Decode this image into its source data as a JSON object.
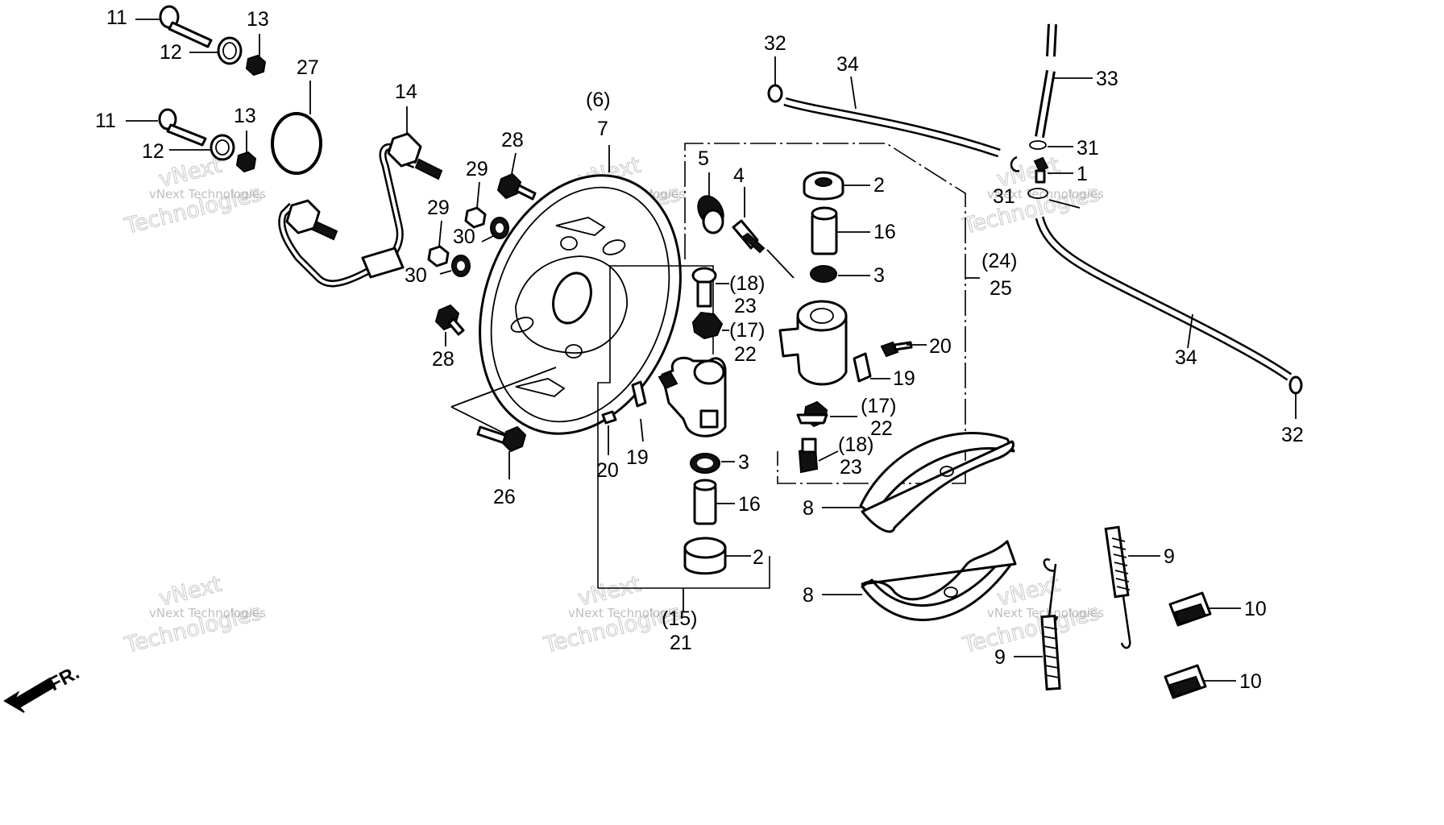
{
  "callouts": [
    {
      "id": "c11a",
      "text": "11"
    },
    {
      "id": "c12a",
      "text": "12"
    },
    {
      "id": "c13a",
      "text": "13"
    },
    {
      "id": "c11b",
      "text": "11"
    },
    {
      "id": "c12b",
      "text": "12"
    },
    {
      "id": "c13b",
      "text": "13"
    },
    {
      "id": "c27",
      "text": "27"
    },
    {
      "id": "c14",
      "text": "14"
    },
    {
      "id": "c29a",
      "text": "29"
    },
    {
      "id": "c29b",
      "text": "29"
    },
    {
      "id": "c30a",
      "text": "30"
    },
    {
      "id": "c30b",
      "text": "30"
    },
    {
      "id": "c28a",
      "text": "28"
    },
    {
      "id": "c28b",
      "text": "28"
    },
    {
      "id": "c6",
      "text": "(6)"
    },
    {
      "id": "c7",
      "text": "7"
    },
    {
      "id": "c26",
      "text": "26"
    },
    {
      "id": "c5",
      "text": "5"
    },
    {
      "id": "c4",
      "text": "4"
    },
    {
      "id": "c18a",
      "text": "(18)"
    },
    {
      "id": "c23a",
      "text": "23"
    },
    {
      "id": "c17a",
      "text": "(17)"
    },
    {
      "id": "c22a",
      "text": "22"
    },
    {
      "id": "c20a",
      "text": "20"
    },
    {
      "id": "c19a",
      "text": "19"
    },
    {
      "id": "c3a",
      "text": "3"
    },
    {
      "id": "c16a",
      "text": "16"
    },
    {
      "id": "c2a",
      "text": "2"
    },
    {
      "id": "c15",
      "text": "(15)"
    },
    {
      "id": "c21",
      "text": "21"
    },
    {
      "id": "c2b",
      "text": "2"
    },
    {
      "id": "c16b",
      "text": "16"
    },
    {
      "id": "c3b",
      "text": "3"
    },
    {
      "id": "c20b",
      "text": "20"
    },
    {
      "id": "c19b",
      "text": "19"
    },
    {
      "id": "c17b",
      "text": "(17)"
    },
    {
      "id": "c22b",
      "text": "22"
    },
    {
      "id": "c18b",
      "text": "(18)"
    },
    {
      "id": "c23b",
      "text": "23"
    },
    {
      "id": "c24",
      "text": "(24)"
    },
    {
      "id": "c25",
      "text": "25"
    },
    {
      "id": "c32a",
      "text": "32"
    },
    {
      "id": "c34a",
      "text": "34"
    },
    {
      "id": "c33",
      "text": "33"
    },
    {
      "id": "c31a",
      "text": "31"
    },
    {
      "id": "c1",
      "text": "1"
    },
    {
      "id": "c31b",
      "text": "31"
    },
    {
      "id": "c34b",
      "text": "34"
    },
    {
      "id": "c32b",
      "text": "32"
    },
    {
      "id": "c8a",
      "text": "8"
    },
    {
      "id": "c8b",
      "text": "8"
    },
    {
      "id": "c9a",
      "text": "9"
    },
    {
      "id": "c9b",
      "text": "9"
    },
    {
      "id": "c10a",
      "text": "10"
    },
    {
      "id": "c10b",
      "text": "10"
    }
  ],
  "direction_marker": "FR.",
  "watermark": {
    "line1": "vNext Technologies",
    "line2": "vNext",
    "line3": "Technologies"
  }
}
